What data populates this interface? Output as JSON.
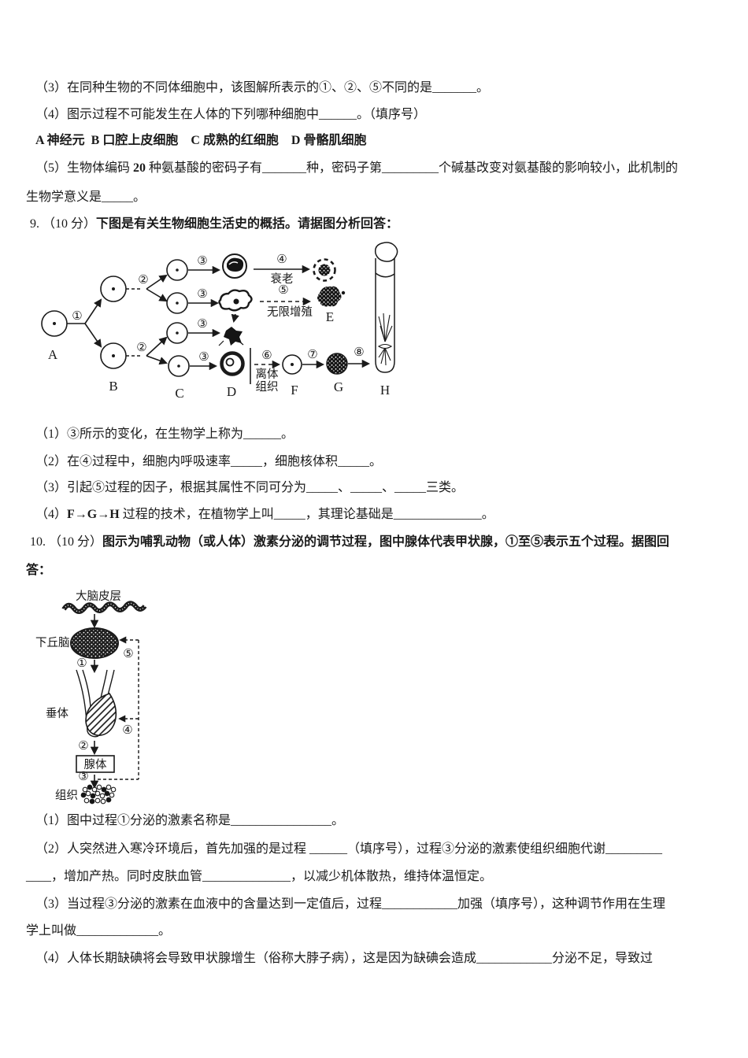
{
  "doc": {
    "q8": {
      "sub3": "（3）在同种生物的不同体细胞中，该图解所表示的①、②、⑤不同的是_______。",
      "sub4": "（4）图示过程不可能发生在人体的下列哪种细胞中______。（填序号）",
      "options": "A 神经元  B 口腔上皮细胞    C 成熟的红细胞    D 骨骼肌细胞",
      "sub5_a": "（5）生物体编码 ",
      "sub5_num": "20",
      "sub5_b": " 种氨基酸的密码子有_______种，密码子第_________个碱基改变对氨基酸的影响较小，此机制的",
      "sub5_c": "生物学意义是_____。"
    },
    "q9": {
      "num": "9. （10 分）",
      "stem": "下图是有关生物细胞生活史的概括。请据图分析回答：",
      "sub1": "（1）③所示的变化，在生物学上称为______。",
      "sub2": "（2）在④过程中，细胞内呼吸速率_____，细胞核体积_____。",
      "sub3": "（3）引起⑤过程的因子，根据其属性不同可分为_____、_____、_____三类。",
      "sub4_a": "（4）",
      "sub4_b": "F→G→H",
      "sub4_c": " 过程的技术，在植物学上叫_____，其理论基础是______________。"
    },
    "q10": {
      "num": "10. （10 分）",
      "stem1": "图示为哺乳动物（或人体）激素分泌的调节过程，图中腺体代表甲状腺，①至⑤表示五个过程。据图回",
      "stem2": "答：",
      "sub1": "（1）图中过程①分泌的激素名称是________________。",
      "sub2a": "（2）人突然进入寒冷环境后，首先加强的是过程 ______（填序号），过程③分泌的激素使组织细胞代谢_________",
      "sub2b": "____，增加产热。同时皮肤血管______________，以减少机体散热，维持体温恒定。",
      "sub3a": "（3）当过程③分泌的激素在血液中的含量达到一定值后，过程____________加强（填序号），这种调节作用在生理",
      "sub3b": "学上叫做_____________。",
      "sub4": "（4）人体长期缺碘将会导致甲状腺增生（俗称大脖子病），这是因为缺碘会造成____________分泌不足，导致过"
    }
  },
  "d1": {
    "s1": "①",
    "s2": "②",
    "s3": "③",
    "s4": "④",
    "s5": "⑤",
    "s6": "⑥",
    "s7": "⑦",
    "s8": "⑧",
    "aging": "衰老",
    "prolif": "无限增殖",
    "invitro1": "离体",
    "invitro2": "组织",
    "lA": "A",
    "lB": "B",
    "lC": "C",
    "lD": "D",
    "lE": "E",
    "lF": "F",
    "lG": "G",
    "lH": "H"
  },
  "d2": {
    "s1": "①",
    "s2": "②",
    "s3": "③",
    "s4": "④",
    "s5": "⑤",
    "cortex": "大脑皮层",
    "hypo": "下丘脑",
    "pituitary": "垂体",
    "gland": "腺体",
    "tissue": "组织"
  }
}
